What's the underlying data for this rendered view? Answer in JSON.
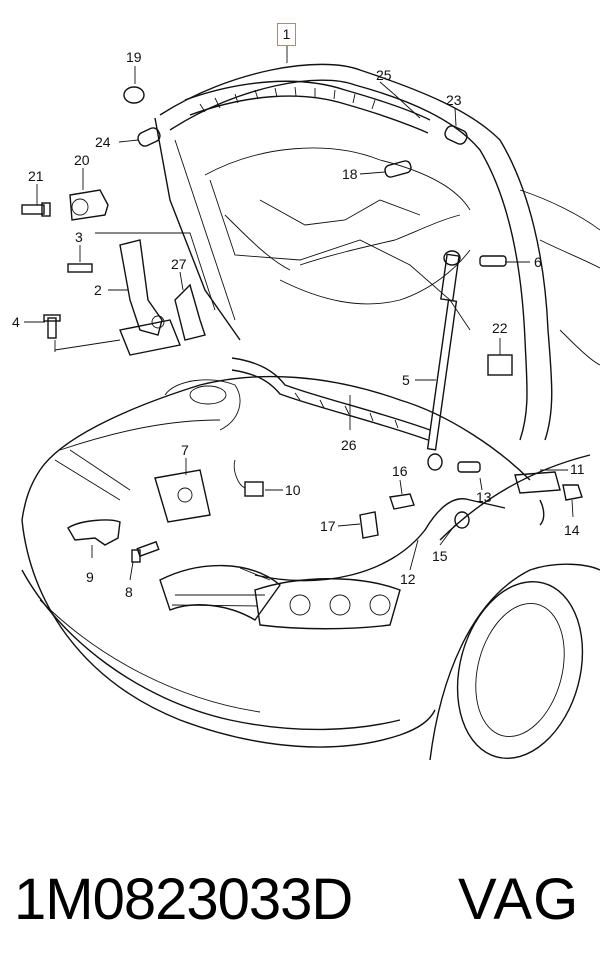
{
  "diagram": {
    "highlighted_callout": "1",
    "callouts": {
      "c2": "2",
      "c3": "3",
      "c4": "4",
      "c5": "5",
      "c6": "6",
      "c7": "7",
      "c8": "8",
      "c9": "9",
      "c10": "10",
      "c11": "11",
      "c12": "12",
      "c13": "13",
      "c14": "14",
      "c15": "15",
      "c16": "16",
      "c17": "17",
      "c18": "18",
      "c19": "19",
      "c20": "20",
      "c21": "21",
      "c22": "22",
      "c23": "23",
      "c24": "24",
      "c25": "25",
      "c26": "26",
      "c27": "27"
    },
    "highlight_color": "#e0707a"
  },
  "footer": {
    "part_number": "1M0823033D",
    "brand": "VAG"
  }
}
